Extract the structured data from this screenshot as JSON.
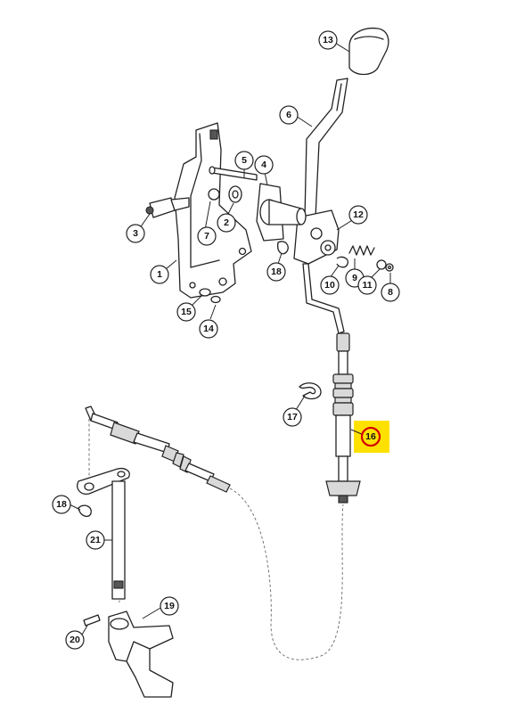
{
  "callouts": [
    {
      "id": "c1",
      "label": "1"
    },
    {
      "id": "c2",
      "label": "2"
    },
    {
      "id": "c3",
      "label": "3"
    },
    {
      "id": "c4",
      "label": "4"
    },
    {
      "id": "c5",
      "label": "5"
    },
    {
      "id": "c6",
      "label": "6"
    },
    {
      "id": "c7",
      "label": "7"
    },
    {
      "id": "c8",
      "label": "8"
    },
    {
      "id": "c9",
      "label": "9"
    },
    {
      "id": "c10",
      "label": "10"
    },
    {
      "id": "c11",
      "label": "11"
    },
    {
      "id": "c12",
      "label": "12"
    },
    {
      "id": "c13",
      "label": "13"
    },
    {
      "id": "c14",
      "label": "14"
    },
    {
      "id": "c15",
      "label": "15"
    },
    {
      "id": "c16",
      "label": "16"
    },
    {
      "id": "c17",
      "label": "17"
    },
    {
      "id": "c18a",
      "label": "18"
    },
    {
      "id": "c18b",
      "label": "18"
    },
    {
      "id": "c19",
      "label": "19"
    },
    {
      "id": "c20",
      "label": "20"
    },
    {
      "id": "c21",
      "label": "21"
    }
  ],
  "highlight": {
    "label": "16",
    "color": "#ffe100",
    "ring_color": "#d40000"
  }
}
